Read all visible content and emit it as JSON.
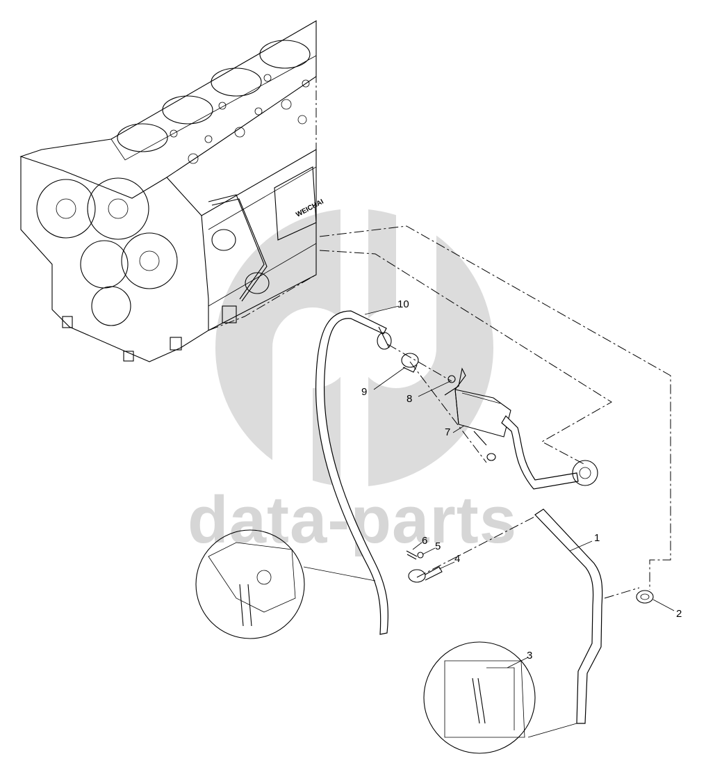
{
  "watermark": {
    "text": "data-parts",
    "color": "#d6d6d6"
  },
  "callouts": [
    {
      "id": "1",
      "label": "1"
    },
    {
      "id": "2",
      "label": "2"
    },
    {
      "id": "3",
      "label": "3"
    },
    {
      "id": "4",
      "label": "4"
    },
    {
      "id": "5",
      "label": "5"
    },
    {
      "id": "6",
      "label": "6"
    },
    {
      "id": "7",
      "label": "7"
    },
    {
      "id": "8",
      "label": "8"
    },
    {
      "id": "9",
      "label": "9"
    },
    {
      "id": "10",
      "label": "10"
    }
  ],
  "engine_casting_text": "WEICHAI"
}
